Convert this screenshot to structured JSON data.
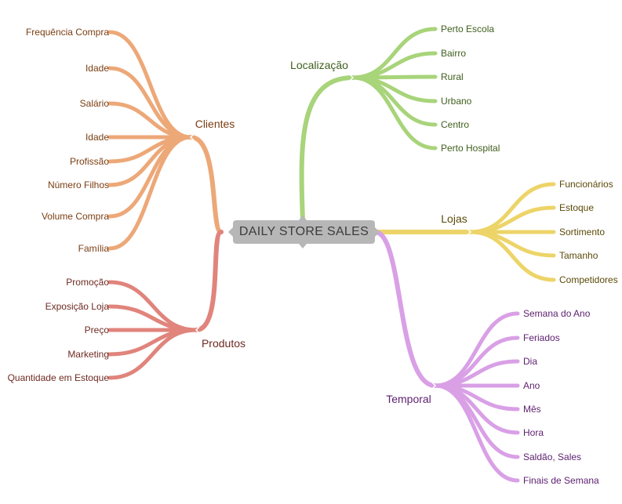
{
  "center": {
    "label": "DAILY STORE SALES"
  },
  "branches": [
    {
      "id": "clientes",
      "label": "Clientes",
      "color": "#eda878",
      "text_color": "#7a3d12",
      "items": [
        "Frequência Compra",
        "Idade",
        "Salário",
        "Idade",
        "Profissão",
        "Número Filhos",
        "Volume Compra",
        "Família"
      ]
    },
    {
      "id": "produtos",
      "label": "Produtos",
      "color": "#e0847c",
      "text_color": "#6e2a22",
      "items": [
        "Promoção",
        "Exposição Loja",
        "Preço",
        "Marketing",
        "Quantidade em Estoque"
      ]
    },
    {
      "id": "localizacao",
      "label": "Localização",
      "color": "#a8d47a",
      "text_color": "#3f5e1c",
      "items": [
        "Perto Escola",
        "Bairro",
        "Rural",
        "Urbano",
        "Centro",
        "Perto Hospital"
      ]
    },
    {
      "id": "lojas",
      "label": "Lojas",
      "color": "#edd468",
      "text_color": "#5b4a0a",
      "items": [
        "Funcionários",
        "Estoque",
        "Sortimento",
        "Tamanho",
        "Competidores"
      ]
    },
    {
      "id": "temporal",
      "label": "Temporal",
      "color": "#d9a0e6",
      "text_color": "#5e2270",
      "items": [
        "Semana do Ano",
        "Feriados",
        "Dia",
        "Ano",
        "Mês",
        "Hora",
        "Saldão, Sales",
        "Finais de Semana"
      ]
    }
  ]
}
